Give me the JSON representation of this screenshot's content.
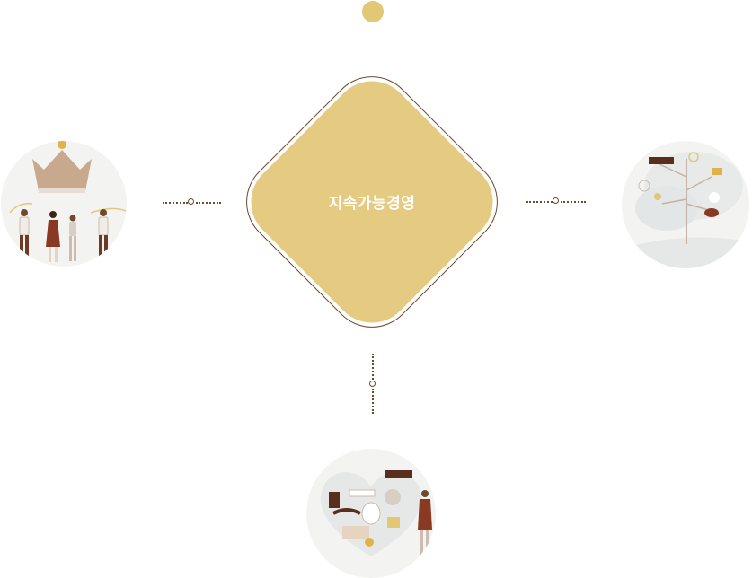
{
  "center": {
    "label": "지속가능경영"
  },
  "nodes": [
    {
      "position": "left",
      "icon": "crown-team-illustration"
    },
    {
      "position": "right",
      "icon": "idea-tree-illustration"
    },
    {
      "position": "bottom",
      "icon": "chocolate-heart-illustration"
    }
  ],
  "colors": {
    "gold": "#e5cb82",
    "gold_dot": "#e2c776",
    "brown": "#6e4a2e",
    "circle_bg": "#f3f3f2"
  }
}
